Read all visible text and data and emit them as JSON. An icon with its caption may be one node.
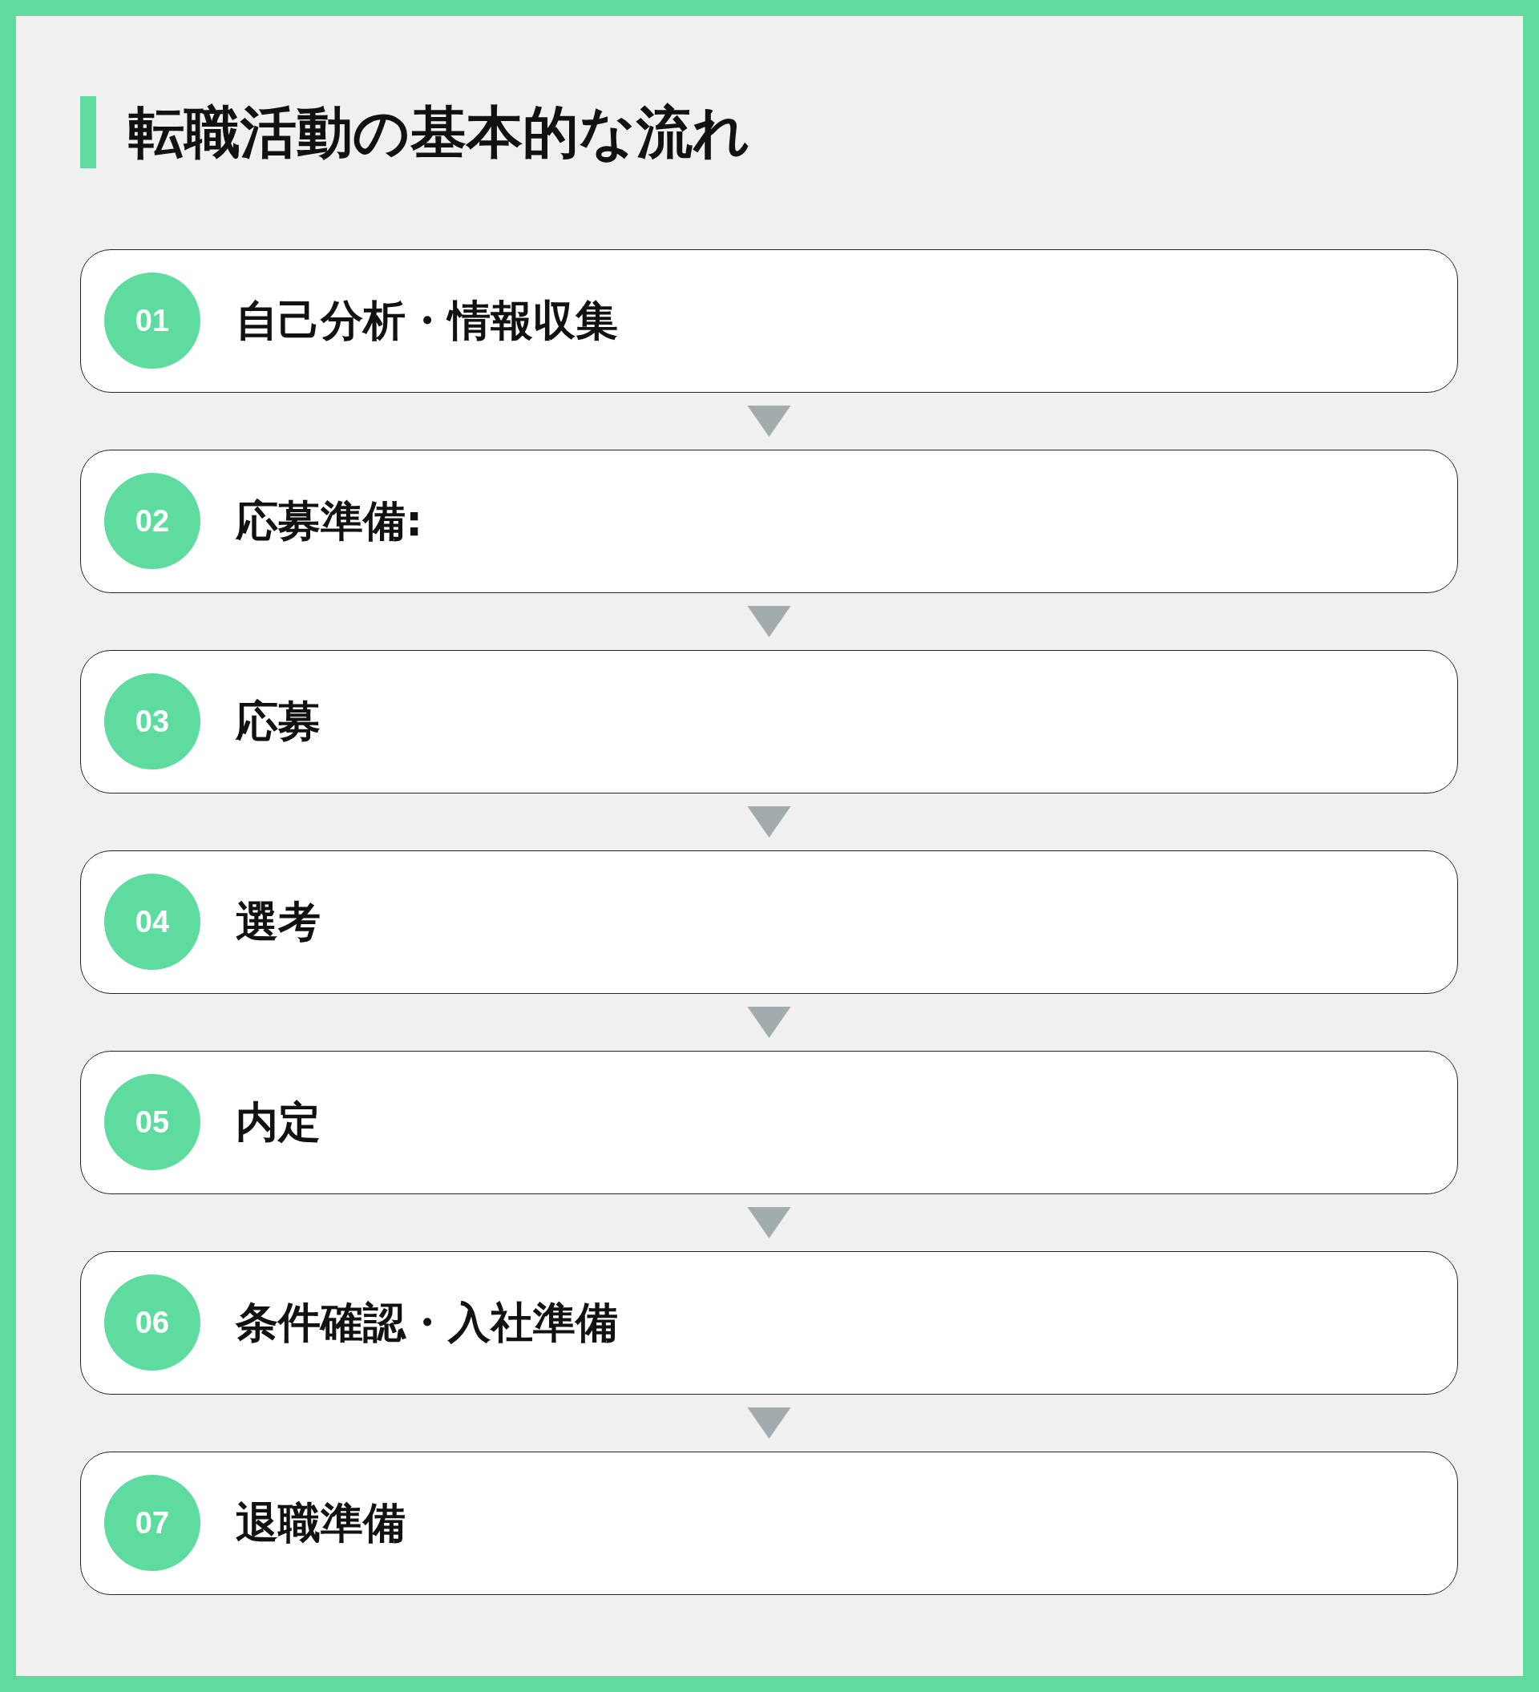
{
  "diagram": {
    "title": "転職活動の基本的な流れ",
    "nodes": [
      {
        "text": [
          "自己分析・情報収集"
        ]
      },
      {
        "text": [
          "01"
        ],
        "in": 0
      },
      {
        "text": [
          "応募準備:"
        ]
      },
      {
        "text": [
          "02"
        ],
        "in": 2
      },
      {
        "text": [
          "応募"
        ]
      },
      {
        "text": [
          "03"
        ],
        "in": 4
      },
      {
        "text": [
          "選考"
        ]
      },
      {
        "text": [
          "04"
        ],
        "in": 6
      },
      {
        "text": [
          "内定"
        ]
      },
      {
        "text": [
          "05"
        ],
        "in": 8
      },
      {
        "text": [
          "条件確認・入社準備"
        ]
      },
      {
        "text": [
          "06"
        ],
        "in": 10
      },
      {
        "text": [
          "退職準備"
        ]
      },
      {
        "text": [
          "07"
        ],
        "in": 12
      }
    ],
    "edges": [
      {
        "from": 0,
        "to": 2,
        "arrow": "to"
      },
      {
        "from": 2,
        "to": 4,
        "arrow": "to"
      },
      {
        "from": 4,
        "to": 6,
        "arrow": "to"
      },
      {
        "from": 6,
        "to": 8,
        "arrow": "to"
      },
      {
        "from": 8,
        "to": 10,
        "arrow": "to"
      },
      {
        "from": 10,
        "to": 12,
        "arrow": "to"
      }
    ]
  }
}
